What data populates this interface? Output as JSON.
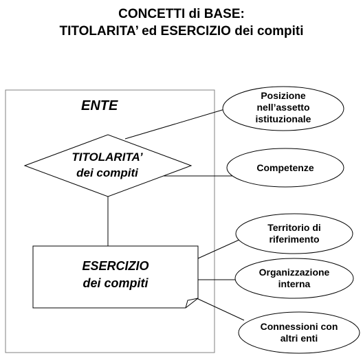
{
  "title": {
    "line1": "CONCETTI di BASE:",
    "line2": "TITOLARITA’ ed ESERCIZIO dei compiti"
  },
  "diagram": {
    "ente": "ENTE",
    "titolarita": {
      "line1": "TITOLARITA’",
      "line2": "dei compiti"
    },
    "esercizio": {
      "line1": "ESERCIZIO",
      "line2": "dei compiti"
    },
    "attributes": {
      "posizione": {
        "line1": "Posizione",
        "line2": "nell’assetto",
        "line3": "istituzionale"
      },
      "competenze": {
        "line1": "Competenze"
      },
      "territorio": {
        "line1": "Territorio di",
        "line2": "riferimento"
      },
      "organizzazione": {
        "line1": "Organizzazione",
        "line2": "interna"
      },
      "connessioni": {
        "line1": "Connessioni con",
        "line2": "altri enti"
      }
    }
  }
}
